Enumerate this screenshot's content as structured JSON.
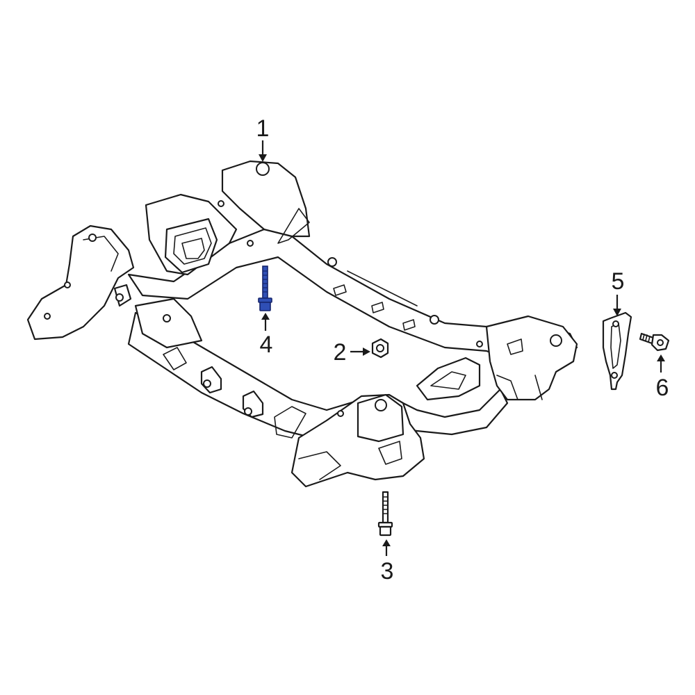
{
  "callouts": {
    "c1": "1",
    "c2": "2",
    "c3": "3",
    "c4": "4",
    "c5": "5",
    "c6": "6"
  },
  "highlighted_part": "4",
  "colors": {
    "line": "#1a1a1a",
    "highlight": "#2f4fb5",
    "background": "#ffffff"
  }
}
